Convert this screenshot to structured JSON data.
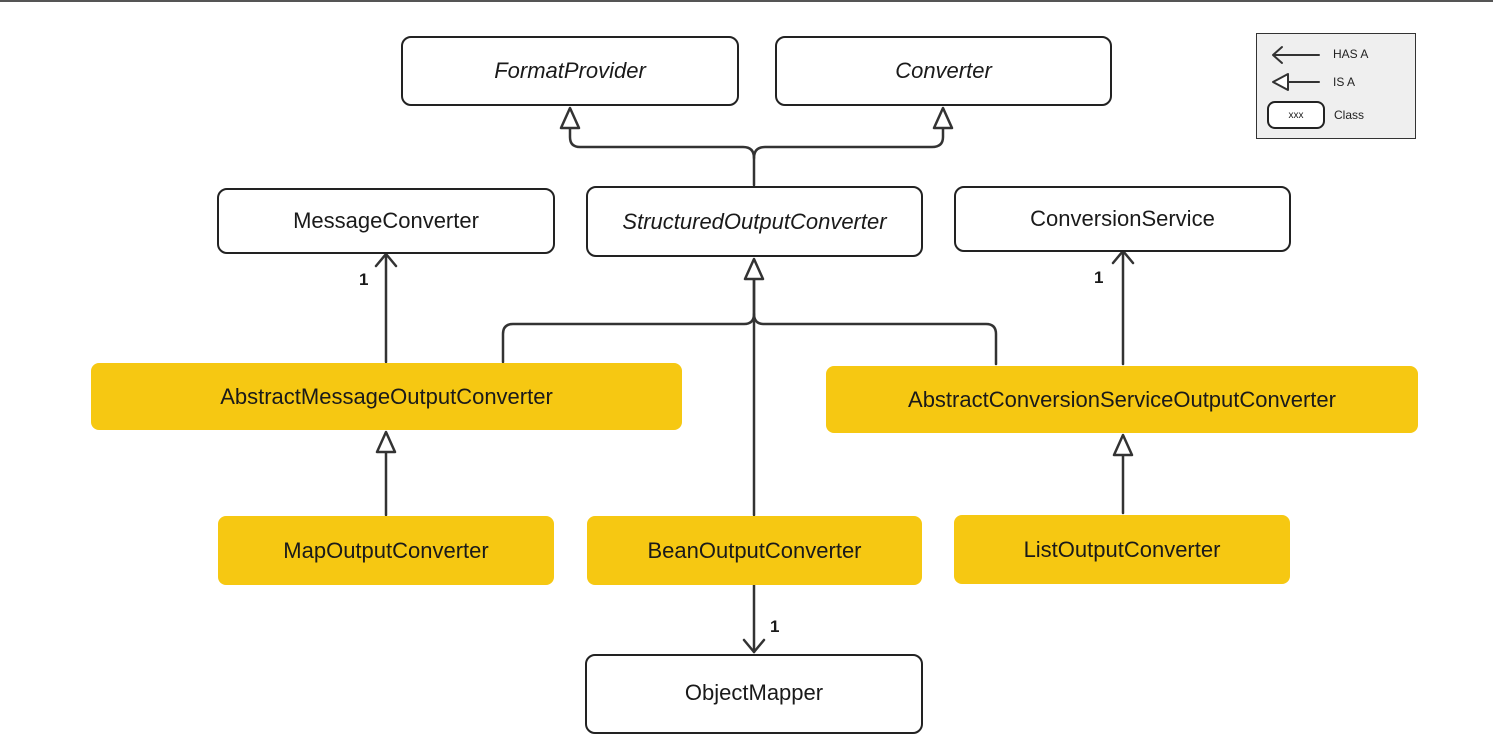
{
  "diagram": {
    "classes": {
      "format_provider": "FormatProvider",
      "converter": "Converter",
      "message_converter": "MessageConverter",
      "structured_output_converter": "StructuredOutputConverter",
      "conversion_service": "ConversionService",
      "abstract_message_output_converter": "AbstractMessageOutputConverter",
      "abstract_conversion_service_output_converter": "AbstractConversionServiceOutputConverter",
      "map_output_converter": "MapOutputConverter",
      "bean_output_converter": "BeanOutputConverter",
      "list_output_converter": "ListOutputConverter",
      "object_mapper": "ObjectMapper"
    },
    "multiplicities": {
      "message_converter": "1",
      "conversion_service": "1",
      "object_mapper": "1"
    },
    "colors": {
      "highlight": "#f6c812",
      "outline": "#222222",
      "legend_background": "#efefef"
    }
  },
  "legend": {
    "has_a": "HAS A",
    "is_a": "IS A",
    "class_sample": "xxx",
    "class_label": "Class"
  }
}
